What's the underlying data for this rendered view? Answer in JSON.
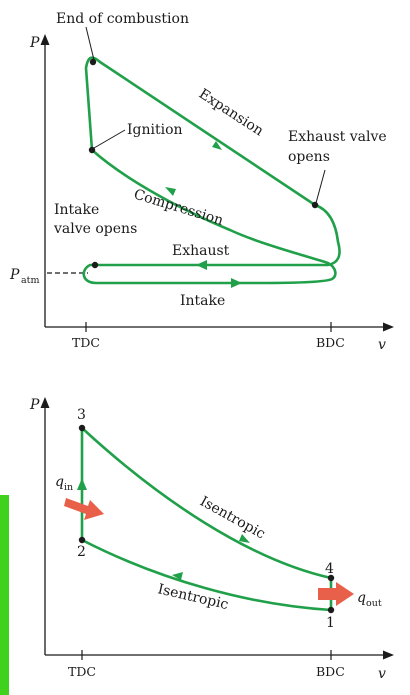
{
  "colors": {
    "curve": "#21a04a",
    "heat_arrow": "#e8604a",
    "side_bar": "#3fd21c",
    "ink": "#1b1b1b"
  },
  "top_diagram": {
    "y_axis_label": "P",
    "x_axis_label": "v",
    "p_atm_label": "P",
    "p_atm_sub": "atm",
    "tdc_label": "TDC",
    "bdc_label": "BDC",
    "end_of_combustion": "End of combustion",
    "ignition": "Ignition",
    "expansion": "Expansion",
    "exhaust_valve_line1": "Exhaust valve",
    "exhaust_valve_line2": "opens",
    "compression": "Compression",
    "intake_valve_line1": "Intake",
    "intake_valve_line2": "valve opens",
    "exhaust": "Exhaust",
    "intake": "Intake"
  },
  "bottom_diagram": {
    "y_axis_label": "P",
    "x_axis_label": "v",
    "tdc_label": "TDC",
    "bdc_label": "BDC",
    "state_1": "1",
    "state_2": "2",
    "state_3": "3",
    "state_4": "4",
    "q_in_main": "q",
    "q_in_sub": "in",
    "q_out_main": "q",
    "q_out_sub": "out",
    "isentropic_upper": "Isentropic",
    "isentropic_lower": "Isentropic"
  }
}
